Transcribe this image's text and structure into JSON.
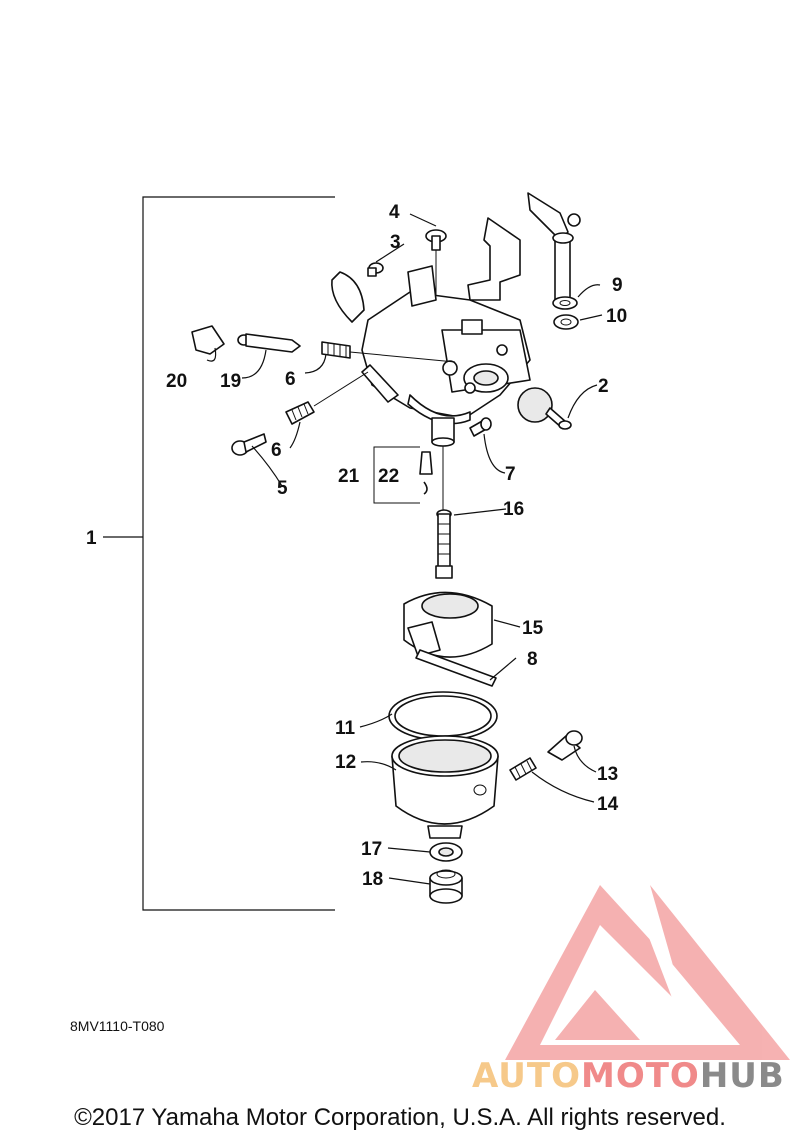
{
  "diagram": {
    "code": "8MV1110-T080",
    "copyright": "©2017 Yamaha Motor Corporation, U.S.A. All rights reserved.",
    "callouts": [
      "1",
      "2",
      "3",
      "4",
      "5",
      "6",
      "6",
      "7",
      "8",
      "9",
      "10",
      "11",
      "12",
      "13",
      "14",
      "15",
      "16",
      "17",
      "18",
      "19",
      "20",
      "21",
      "22"
    ]
  },
  "watermark": {
    "part1": "AUTO",
    "part2": "MOTO",
    "part3": "HUB",
    "colors": {
      "red": "#f08a8a",
      "orange": "#f6c98a",
      "gray": "#8a8a8a"
    }
  }
}
